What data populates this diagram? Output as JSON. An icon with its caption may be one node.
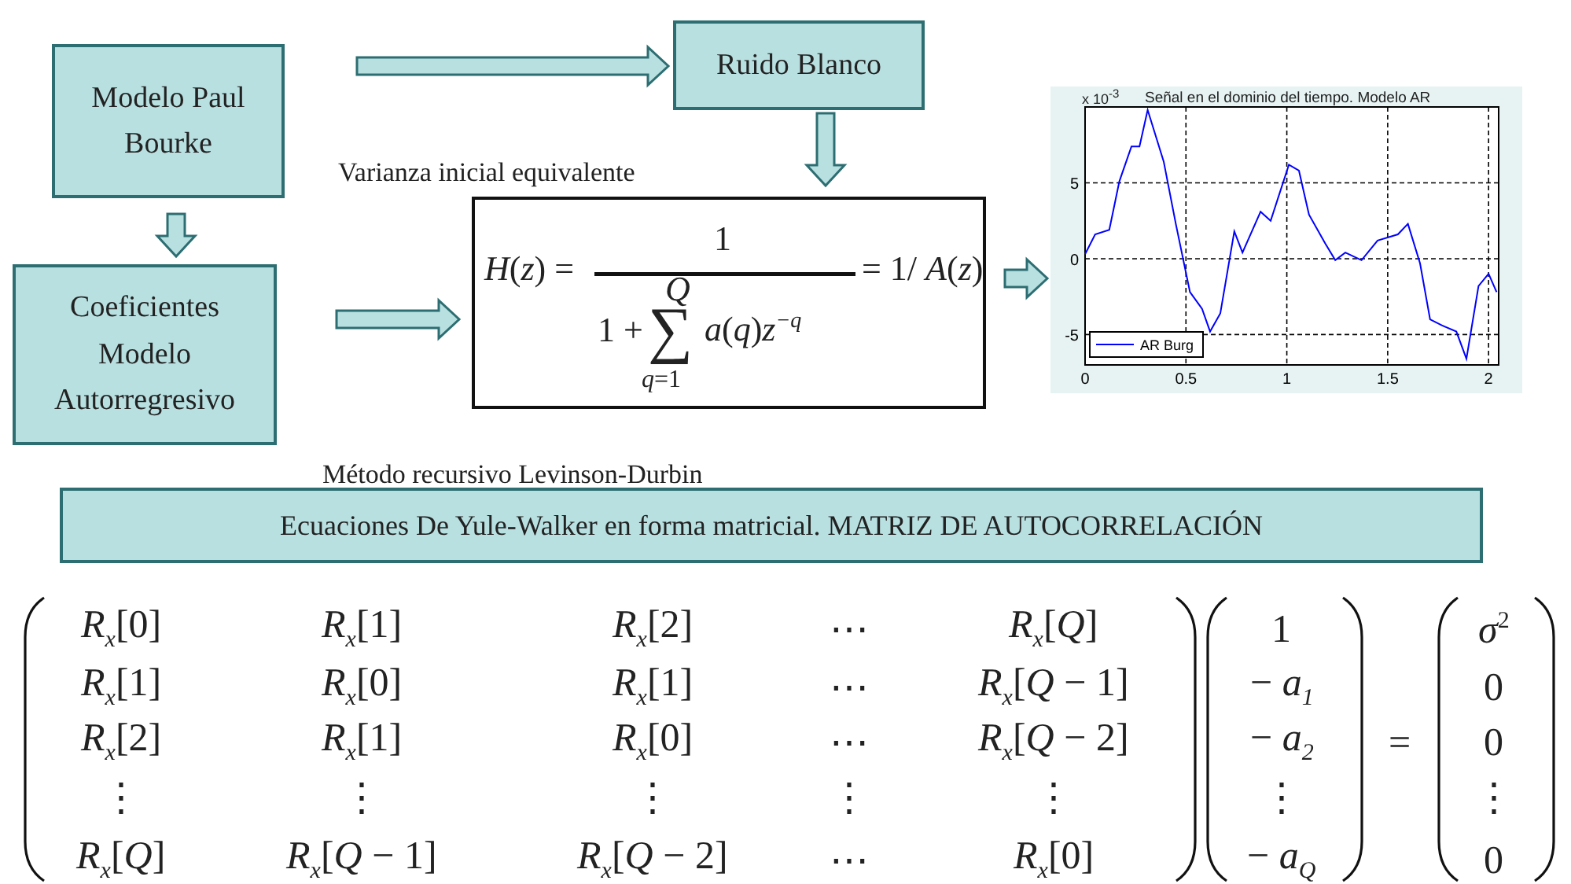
{
  "diagram": {
    "nodes": [
      {
        "text": [
          "Modelo Paul Bourke"
        ]
      },
      {
        "text": [
          "Ruido Blanco"
        ]
      },
      {
        "text": [
          "Coeficientes Modelo Autorregresivo"
        ]
      },
      {
        "text": [
          "*H*(*z*) =",
          "1",
          "1 +",
          "*Q*",
          "∑",
          "*q*=1",
          "*a*(*q*)*z*$^{−q}$",
          "= 1/ *A*(*z*)"
        ]
      },
      {
        "text": [
          "Señal en el dominio del tiempo. Modelo AR"
        ]
      },
      {
        "text": [
          "Ecuaciones De Yule-Walker en forma matricial. MATRIZ DE AUTOCORRELACIÓN"
        ]
      }
    ],
    "edges": [
      {
        "from": 0,
        "to": 1,
        "arrow": "to"
      },
      {
        "from": 1,
        "to": 3,
        "arrow": "to"
      },
      {
        "from": 0,
        "to": 2,
        "arrow": "to"
      },
      {
        "from": 2,
        "to": 3,
        "arrow": "to"
      },
      {
        "from": 3,
        "to": 4,
        "arrow": "to"
      }
    ],
    "labels": [
      "Varianza inicial equivalente",
      "x 10$^{-3}$",
      "Método recursivo Levinson-Durbin",
      "*R*$_{x}$[0]",
      "*R*$_{x}$[1]",
      "*R*$_{x}$[2]",
      "⋯",
      "*R*$_{x}$[*Q*]",
      "1",
      "*σ*$^{2}$",
      "*R*$_{x}$[1]",
      "*R*$_{x}$[0]",
      "*R*$_{x}$[1]",
      "⋯",
      "*R*$_{x}$[*Q* − 1]",
      "− *a*$_{1}$",
      "0",
      "*R*$_{x}$[2]",
      "*R*$_{x}$[1]",
      "*R*$_{x}$[0]",
      "⋯",
      "*R*$_{x}$[*Q* − 2]",
      "− *a*$_{2}$",
      "=",
      "0",
      "⋮",
      "⋮",
      "⋮",
      "⋮",
      "⋮",
      "⋮",
      "⋮",
      "*R*$_{x}$[*Q*]",
      "*R*$_{x}$[*Q* − 1]",
      "*R*$_{x}$[*Q* − 2]",
      "⋯",
      "*R*$_{x}$[0]",
      "− *a*$_{Q}$",
      "0"
    ],
    "chart_data": {
      "type": "line",
      "x": [
        0,
        0.05,
        0.12,
        0.17,
        0.23,
        0.27,
        0.31,
        0.39,
        0.45,
        0.52,
        0.58,
        0.62,
        0.67,
        0.74,
        0.78,
        0.87,
        0.92,
        1.01,
        1.06,
        1.11,
        1.19,
        1.24,
        1.29,
        1.37,
        1.45,
        1.55,
        1.6,
        1.66,
        1.71,
        1.77,
        1.84,
        1.89,
        1.95,
        2.0,
        2.04
      ],
      "series": [
        {
          "name": "AR Burg",
          "color": "#0000ff",
          "values": [
            0.3,
            1.6,
            1.9,
            5.1,
            7.4,
            7.4,
            9.8,
            6.4,
            2.3,
            -2.2,
            -3.3,
            -4.8,
            -3.6,
            1.8,
            0.4,
            3.1,
            2.5,
            6.2,
            5.8,
            2.9,
            1.0,
            -0.1,
            0.4,
            -0.1,
            1.2,
            1.6,
            2.3,
            -0.3,
            -4.0,
            -4.4,
            -4.8,
            -6.6,
            -1.8,
            -1.0,
            -2.2
          ]
        }
      ],
      "grid": true,
      "xlim": [
        0,
        2.05
      ],
      "ylim": [
        -7,
        10
      ],
      "xticks": [
        0,
        0.5,
        1,
        1.5,
        2
      ],
      "yticks": [
        -5,
        0,
        5
      ]
    }
  }
}
